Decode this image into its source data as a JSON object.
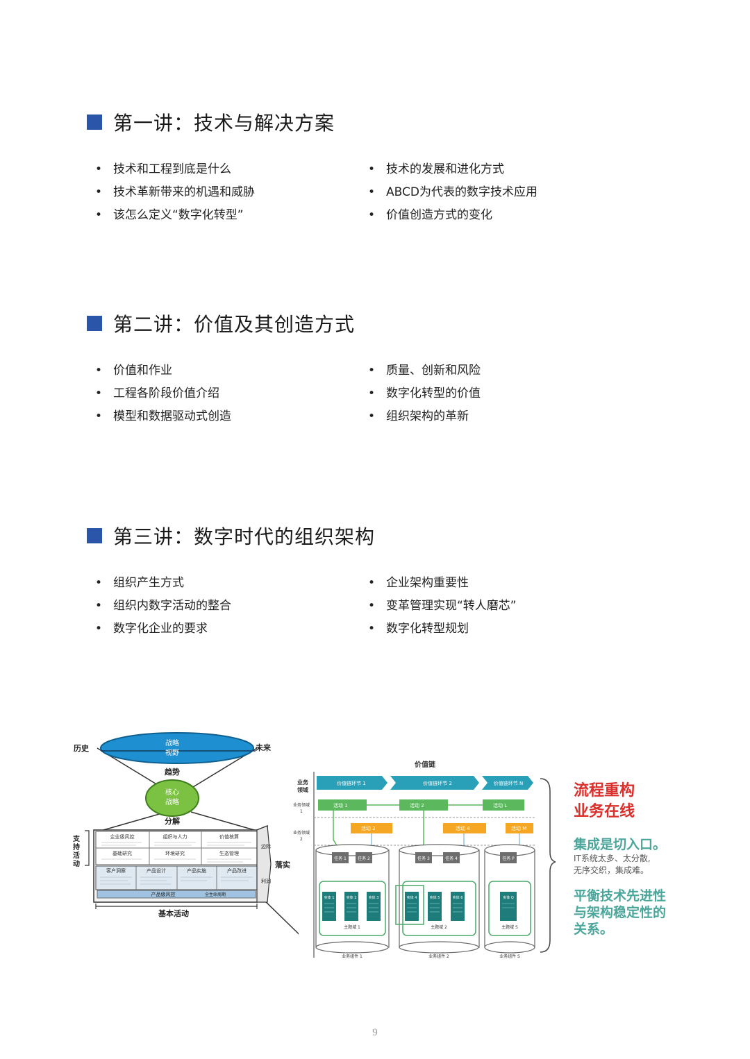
{
  "sections": [
    {
      "title": "第一讲：技术与解决方案",
      "left": [
        "技术和工程到底是什么",
        "技术革新带来的机遇和威胁",
        "该怎么定义“数字化转型”"
      ],
      "right": [
        "技术的发展和进化方式",
        "ABCD为代表的数字技术应用",
        "价值创造方式的变化"
      ]
    },
    {
      "title": "第二讲：价值及其创造方式",
      "left": [
        "价值和作业",
        "工程各阶段价值介绍",
        "模型和数据驱动式创造"
      ],
      "right": [
        "质量、创新和风险",
        "数字化转型的价值",
        "组织架构的革新"
      ]
    },
    {
      "title": "第三讲：数字时代的组织架构",
      "left": [
        "组织产生方式",
        "组织内数字活动的整合",
        "数字化企业的要求"
      ],
      "right": [
        "企业架构重要性",
        "变革管理实现“转人磨芯”",
        "数字化转型规划"
      ]
    }
  ],
  "bullet": "•",
  "left_diagram": {
    "history": "历史",
    "future": "未来",
    "vision_line1": "战略",
    "vision_line2": "视野",
    "trend": "趋势",
    "core_line1": "核心",
    "core_line2": "战略",
    "decompose": "分解",
    "support": [
      "支",
      "持",
      "活",
      "动"
    ],
    "implement": "落实",
    "base_activities": "基本活动",
    "support_cells": [
      "企业级风控",
      "组织与人力",
      "价值核算",
      "基础研究",
      "环境研究",
      "生态管理"
    ],
    "primary_cells": [
      "客户洞察",
      "产品设计",
      "产品实施",
      "产品改进"
    ],
    "product_risk": "产品级风控",
    "lifecycle": "全生命周期",
    "margin_top": "边际",
    "margin_bottom": "利润"
  },
  "right_diagram": {
    "value_chain": "价值链",
    "business_domain": [
      "业务",
      "领域"
    ],
    "value_links": [
      "价值链环节 1",
      "价值链环节 2",
      "价值链环节 N"
    ],
    "domain1": [
      "业务领域",
      "1"
    ],
    "domain2": [
      "业务领域",
      "2"
    ],
    "activities_green": [
      "活动 1",
      "活动 2",
      "活动 L"
    ],
    "activities_orange": [
      "活动 2",
      "活动 4",
      "活动 M"
    ],
    "tasks": [
      "任务 1",
      "任务 2",
      "任务 3",
      "任务 4",
      "任务 P"
    ],
    "subject_domains": [
      "主题域 1",
      "主题域 2",
      "主题域 S"
    ],
    "components": [
      "业务组件 1",
      "业务组件 2",
      "业务组件 S"
    ],
    "entity_cards": [
      "实体 1",
      "实体 2",
      "实体 3",
      "实体 4",
      "实体 5",
      "实体 6",
      "实体 Q"
    ]
  },
  "side_text": {
    "red1": "流程重构",
    "red2": "业务在线",
    "teal_head": "集成是切入口。",
    "gray1": "IT系统太多、太分散,",
    "gray2": "无序交织，集成难。",
    "teal1": "平衡技术先进性",
    "teal2": "与架构稳定性的",
    "teal3": "关系。"
  },
  "page_number": "9",
  "colors": {
    "square": "#2a55a8",
    "red": "#d9302c",
    "teal": "#4aa59a",
    "ellipse": "#1e8fd0",
    "core": "#7cc242",
    "green_box": "#5bb85d",
    "orange_box": "#f5a623",
    "link_arrow": "#2aa0b8"
  }
}
